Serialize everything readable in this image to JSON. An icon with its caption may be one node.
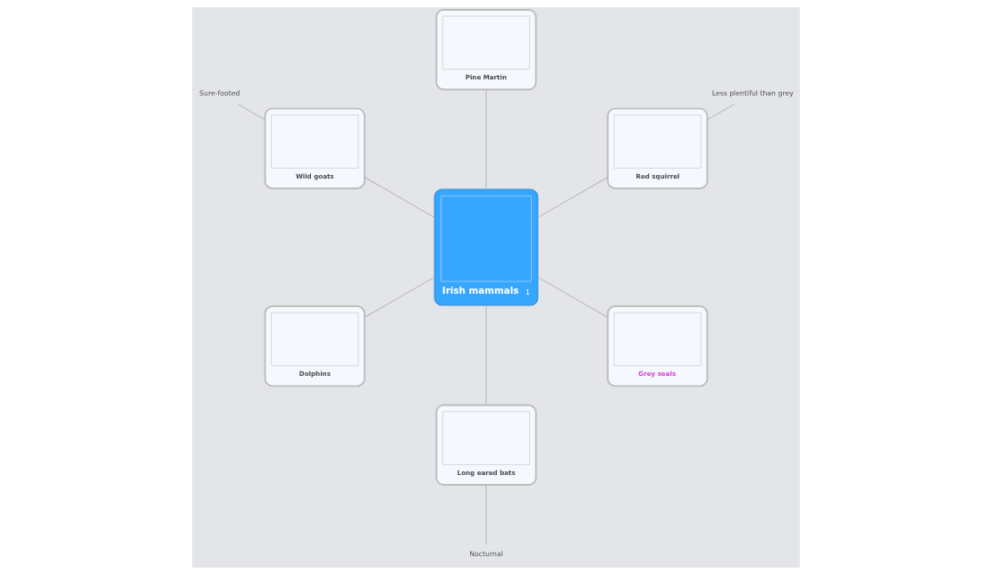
{
  "diagram": {
    "nodes": [
      {
        "text": [
          "Irish mammals",
          "1"
        ]
      },
      {
        "text": [
          "Pine Martin"
        ]
      },
      {
        "text": [
          "Red squirrel"
        ]
      },
      {
        "text": [
          "Less plentiful than grey"
        ]
      },
      {
        "text": [
          "Grey seals"
        ]
      },
      {
        "text": [
          "Long eared bats"
        ]
      },
      {
        "text": [
          "Nocturnal"
        ]
      },
      {
        "text": [
          "Dolphins"
        ]
      },
      {
        "text": [
          "Wild goats"
        ]
      },
      {
        "text": [
          "Sure-footed"
        ]
      }
    ],
    "edges": [
      {
        "from": 0,
        "to": 1,
        "arrow": "none"
      },
      {
        "from": 0,
        "to": 2,
        "arrow": "none"
      },
      {
        "from": 2,
        "to": 3,
        "arrow": "none"
      },
      {
        "from": 0,
        "to": 4,
        "arrow": "none"
      },
      {
        "from": 0,
        "to": 5,
        "arrow": "none"
      },
      {
        "from": 5,
        "to": 6,
        "arrow": "none"
      },
      {
        "from": 0,
        "to": 7,
        "arrow": "none"
      },
      {
        "from": 0,
        "to": 8,
        "arrow": "none"
      },
      {
        "from": 8,
        "to": 9,
        "arrow": "none"
      }
    ]
  }
}
